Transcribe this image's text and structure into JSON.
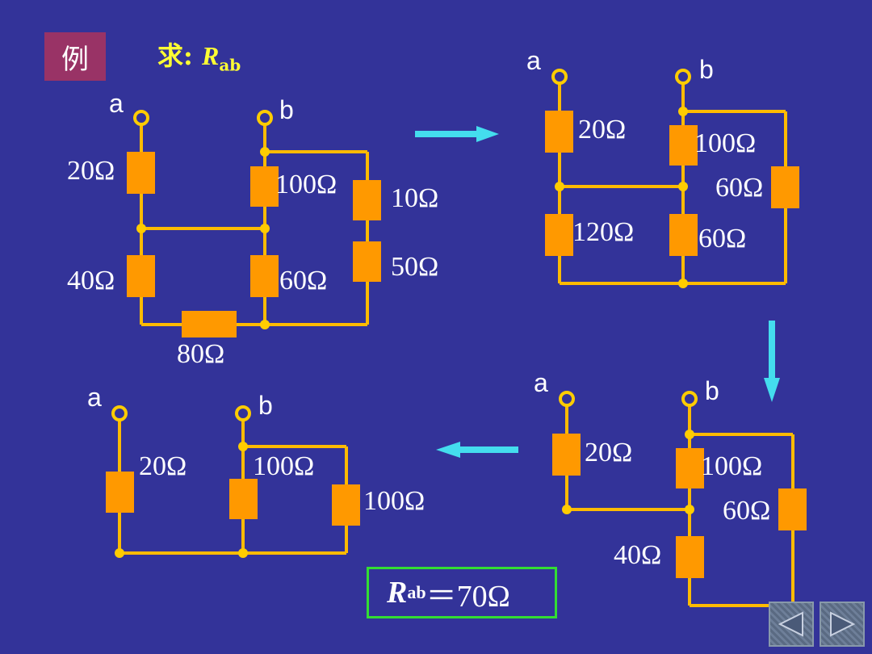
{
  "header": {
    "badge": "例",
    "title_prefix": "求: ",
    "title_var": "R",
    "title_sub": "ab"
  },
  "colors": {
    "background": "#333399",
    "wire": "#ffbb00",
    "resistor": "#ff9900",
    "node": "#ffcc00",
    "arrow": "#44ddee",
    "badge": "#993366",
    "result_border": "#33dd33",
    "title": "#ffff33"
  },
  "circuits": {
    "circuit1": {
      "node_a": "a",
      "node_b": "b",
      "r1": "20Ω",
      "r2": "100Ω",
      "r3": "10Ω",
      "r4": "50Ω",
      "r5": "40Ω",
      "r6": "60Ω",
      "r7": "80Ω"
    },
    "circuit2": {
      "node_a": "a",
      "node_b": "b",
      "r1": "20Ω",
      "r2": "100Ω",
      "r3": "60Ω",
      "r4": "120Ω",
      "r5": "60Ω"
    },
    "circuit3": {
      "node_a": "a",
      "node_b": "b",
      "r1": "20Ω",
      "r2": "100Ω",
      "r3": "60Ω",
      "r4": "40Ω"
    },
    "circuit4": {
      "node_a": "a",
      "node_b": "b",
      "r1": "20Ω",
      "r2": "100Ω",
      "r3": "100Ω"
    }
  },
  "result": {
    "var": "R",
    "sub": "ab",
    "value": "＝70Ω"
  },
  "nav": {
    "prev_icon": "triangle-left-icon",
    "next_icon": "triangle-right-icon"
  }
}
